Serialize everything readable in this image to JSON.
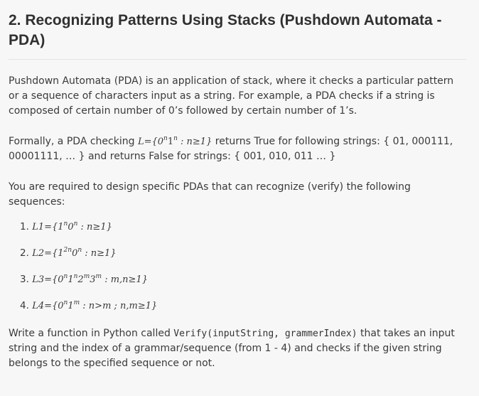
{
  "heading": "2. Recognizing Patterns Using Stacks (Pushdown Automata - PDA)",
  "intro": "Pushdown Automata (PDA) is an application of stack, where it checks a particular pattern or a sequence of characters input as a string. For example, a PDA checks if a string is composed of certain number of 0’s followed by certain number of 1’s.",
  "formal": {
    "before": "Formally, a PDA checking ",
    "lang": "L={0",
    "exp1": "n",
    "mid": "1",
    "exp2": "n",
    "cond": " : n≥1}",
    "after": " returns True for following strings: { 01, 000111, 00001111, … } and returns False for strings: { 001, 010, 011 … }"
  },
  "task": "You are required to design specific PDAs that can recognize (verify) the following sequences:",
  "grammars": [
    {
      "num": "1.",
      "name": "L1",
      "p1": "={1",
      "e1": "n",
      "p2": "0",
      "e2": "n",
      "p3": "",
      "e3": "",
      "cond": " : n≥1}"
    },
    {
      "num": "2.",
      "name": "L2",
      "p1": "={1",
      "e1": "2n",
      "p2": "0",
      "e2": "n",
      "p3": "",
      "e3": "",
      "cond": " : n≥1}"
    },
    {
      "num": "3.",
      "name": "L3",
      "p1": "={0",
      "e1": "n",
      "p2": "1",
      "e2": "n",
      "p3": "2",
      "e3": "m",
      "p4": "3",
      "e4": "m",
      "cond": " : m,n≥1}"
    },
    {
      "num": "4.",
      "name": "L4",
      "p1": "={0",
      "e1": "n",
      "p2": "1",
      "e2": "m",
      "p3": "",
      "e3": "",
      "cond": " : n>m ; n,m≥1}"
    }
  ],
  "write": {
    "before": "Write a function in Python called ",
    "code": "Verify(inputString, grammerIndex)",
    "after": " that takes an input string and the index of a grammar/sequence (from 1 - 4) and checks if the given string belongs to the specified sequence or not."
  }
}
